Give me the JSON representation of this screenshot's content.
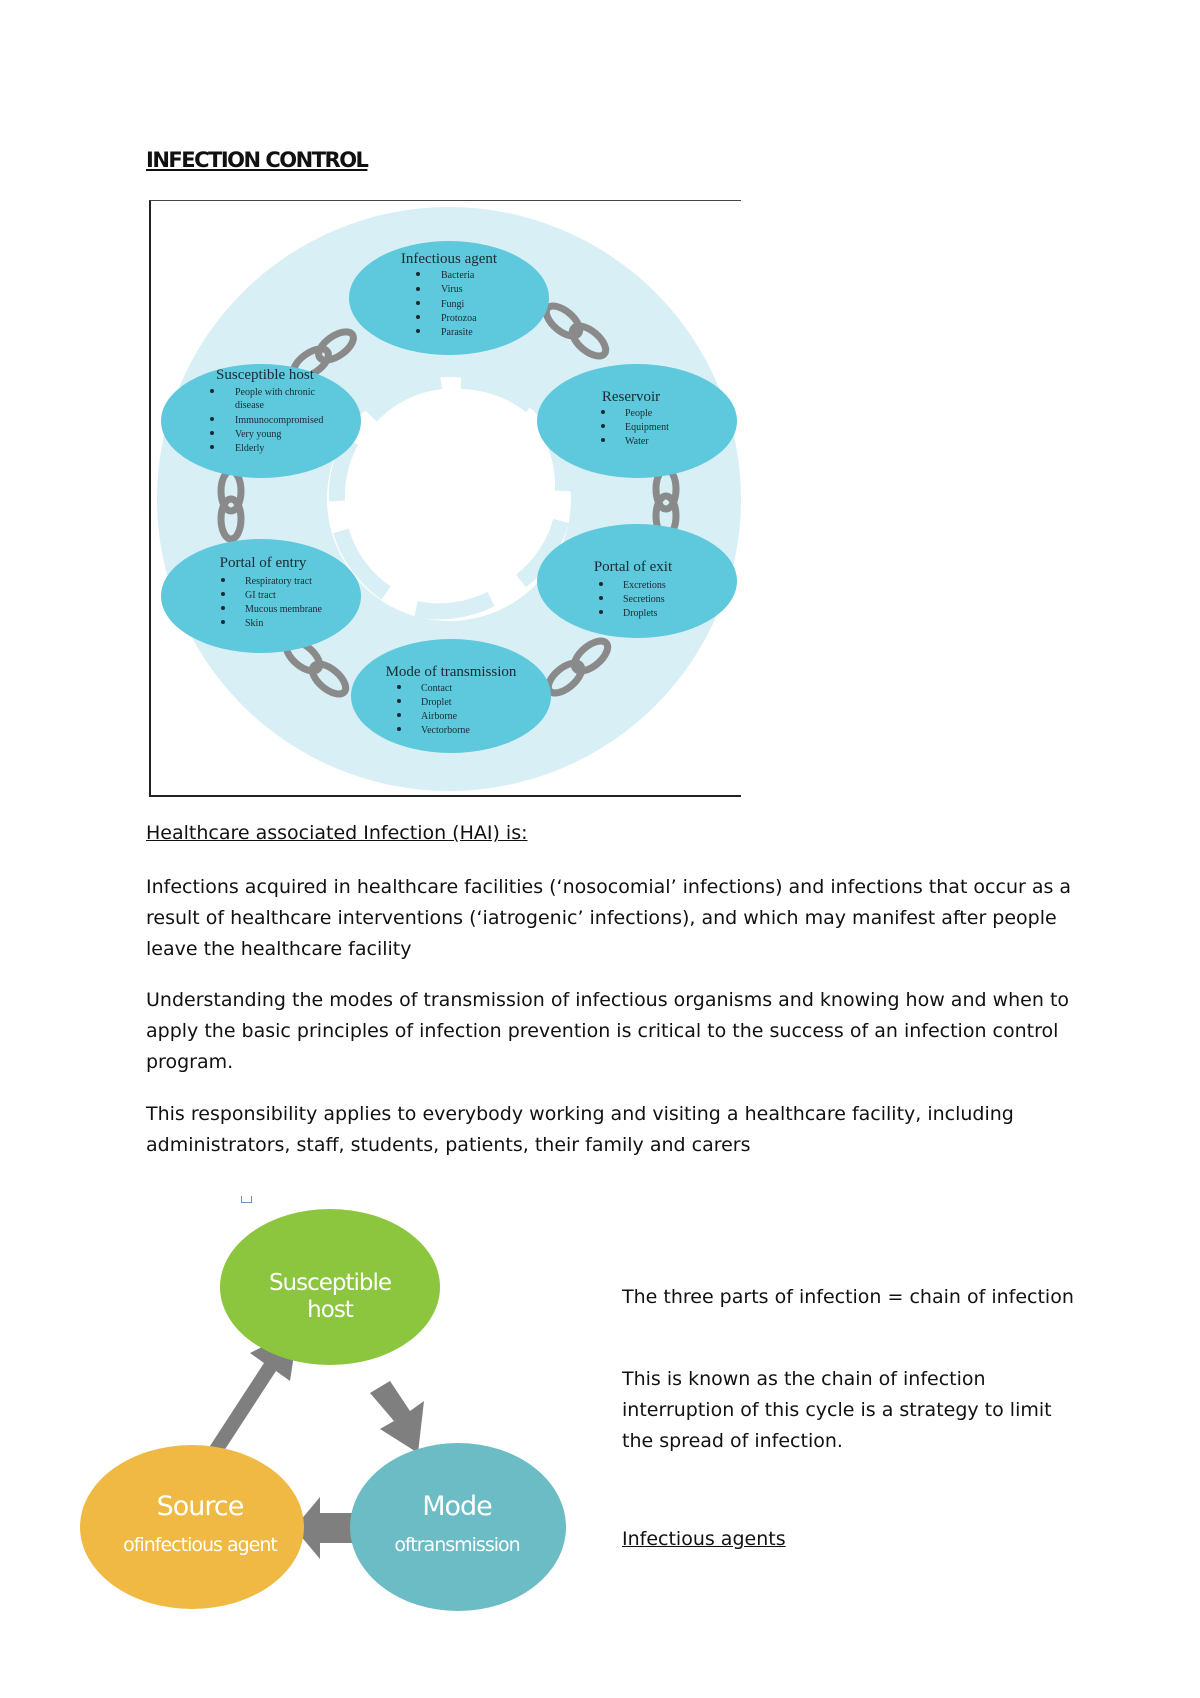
{
  "title": "INFECTION CONTROL ",
  "chain_diagram": {
    "nodes": [
      {
        "title": "Infectious agent",
        "items": [
          "Bacteria",
          "Virus",
          "Fungi",
          "Protozoa",
          "Parasite"
        ]
      },
      {
        "title": "Reservoir",
        "items": [
          "People",
          "Equipment",
          "Water"
        ]
      },
      {
        "title": "Portal of exit",
        "items": [
          "Excretions",
          "Secretions",
          "Droplets"
        ]
      },
      {
        "title": "Mode of transmission",
        "items": [
          "Contact",
          "Droplet",
          "Airborne",
          "Vectorborne"
        ]
      },
      {
        "title": "Portal of entry",
        "items": [
          "Respiratory tract",
          "GI tract",
          "Mucous membrane",
          "Skin"
        ]
      },
      {
        "title": "Susceptible host",
        "items": [
          "People with chronic",
          "disease",
          "Immunocompromised",
          "Very young",
          "Elderly"
        ]
      }
    ],
    "colors": {
      "ring": "#d8eff5",
      "node": "#5ec8dc",
      "chain": "#8a8a8a"
    }
  },
  "hai_heading": "Healthcare associated Infection (HAI) is: ",
  "paragraphs": [
    " Infections acquired in healthcare facilities (‘nosocomial’ infections) and infections that occur as a result of healthcare interventions (‘iatrogenic’ infections), and which may manifest after people leave the healthcare facility",
    "Understanding the modes of transmission of infectious organisms and knowing how and when to apply the basic principles of infection prevention is critical to the success of an infection control program.",
    "This responsibility applies to everybody working and visiting a healthcare facility, including administrators, staff, students, patients, their family and carers"
  ],
  "cycle_diagram": {
    "host": {
      "line1": "Susceptible",
      "line2": "host",
      "color": "#8cc63f"
    },
    "source": {
      "line1": "Source",
      "line2": "ofinfectious agent",
      "color": "#efb943"
    },
    "mode": {
      "line1": "Mode",
      "line2": "oftransmission",
      "color": "#6bbcc5"
    },
    "arrow_color": "#7f7f7f"
  },
  "side_texts": [
    "The three parts of infection = chain of infection",
    "This is known as the chain of infection interruption of this cycle is a strategy to limit the spread of infection."
  ],
  "agents_heading": "Infectious agents "
}
